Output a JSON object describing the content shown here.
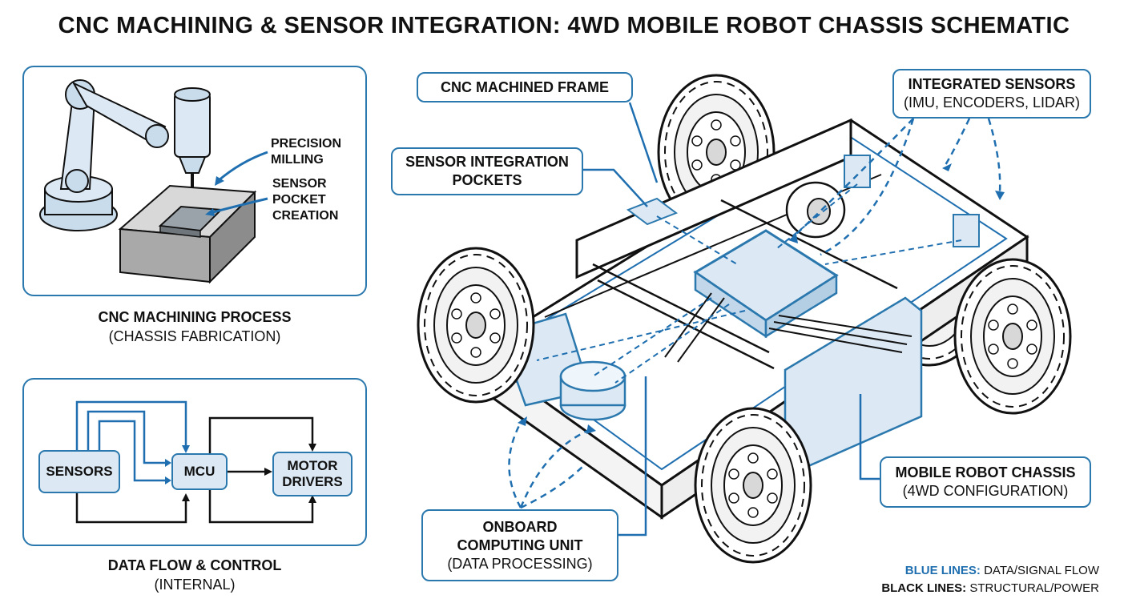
{
  "title": "CNC MACHINING & SENSOR INTEGRATION: 4WD MOBILE ROBOT CHASSIS SCHEMATIC",
  "cnc_panel": {
    "label_milling": [
      "PRECISION",
      "MILLING"
    ],
    "label_pocket": [
      "SENSOR",
      "POCKET",
      "CREATION"
    ],
    "caption_title": "CNC MACHINING PROCESS",
    "caption_sub": "(CHASSIS FABRICATION)"
  },
  "flow_panel": {
    "nodes": {
      "sensors": "SENSORS",
      "mcu": "MCU",
      "motor_drivers": [
        "MOTOR",
        "DRIVERS"
      ]
    },
    "caption_title": "DATA FLOW & CONTROL",
    "caption_sub": "(INTERNAL)"
  },
  "callouts": {
    "frame": "CNC MACHINED FRAME",
    "pockets": [
      "SENSOR INTEGRATION",
      "POCKETS"
    ],
    "sensors_title": "INTEGRATED SENSORS",
    "sensors_sub": "(IMU, ENCODERS, LIDAR)",
    "computing_title": [
      "ONBOARD",
      "COMPUTING UNIT"
    ],
    "computing_sub": "(DATA PROCESSING)",
    "chassis_title": "MOBILE ROBOT CHASSIS",
    "chassis_sub": "(4WD CONFIGURATION)"
  },
  "legend": {
    "blue_key": "BLUE LINES:",
    "blue_val": "DATA/SIGNAL FLOW",
    "black_key": "BLACK LINES:",
    "black_val": "STRUCTURAL/POWER"
  },
  "colors": {
    "accent": "#2a78ad",
    "fill": "#dce9f4",
    "ink": "#111111"
  }
}
